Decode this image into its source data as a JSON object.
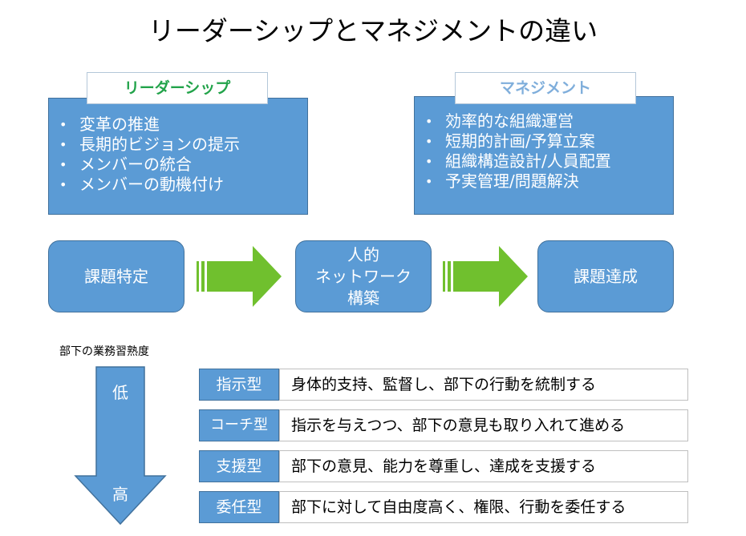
{
  "title": "リーダーシップとマネジメントの違い",
  "leadership": {
    "heading": "リーダーシップ",
    "heading_color": "#22a34a",
    "items": [
      "変革の推進",
      "長期的ビジョンの提示",
      "メンバーの統合",
      "メンバーの動機付け"
    ]
  },
  "management": {
    "heading": "マネジメント",
    "heading_color": "#7faedb",
    "items": [
      "効率的な組織運営",
      "短期的計画/予算立案",
      "組織構造設計/人員配置",
      "予実管理/問題解決"
    ]
  },
  "flow": {
    "steps": [
      "課題特定",
      "人的\nネットワーク\n構築",
      "課題達成"
    ],
    "arrow_color": "#70c02e"
  },
  "proficiency": {
    "label": "部下の業務習熟度",
    "low": "低",
    "high": "高",
    "bullet": "•"
  },
  "styles": [
    {
      "name": "指示型",
      "description": "身体的支持、監督し、部下の行動を統制する"
    },
    {
      "name": "コーチ型",
      "description": "指示を与えつつ、部下の意見も取り入れて進める"
    },
    {
      "name": "支援型",
      "description": "部下の意見、能力を尊重し、達成を支援する"
    },
    {
      "name": "委任型",
      "description": "部下に対して自由度高く、権限、行動を委任する"
    }
  ],
  "colors": {
    "panel": "#5b9bd5",
    "panel_border": "#41719c"
  }
}
